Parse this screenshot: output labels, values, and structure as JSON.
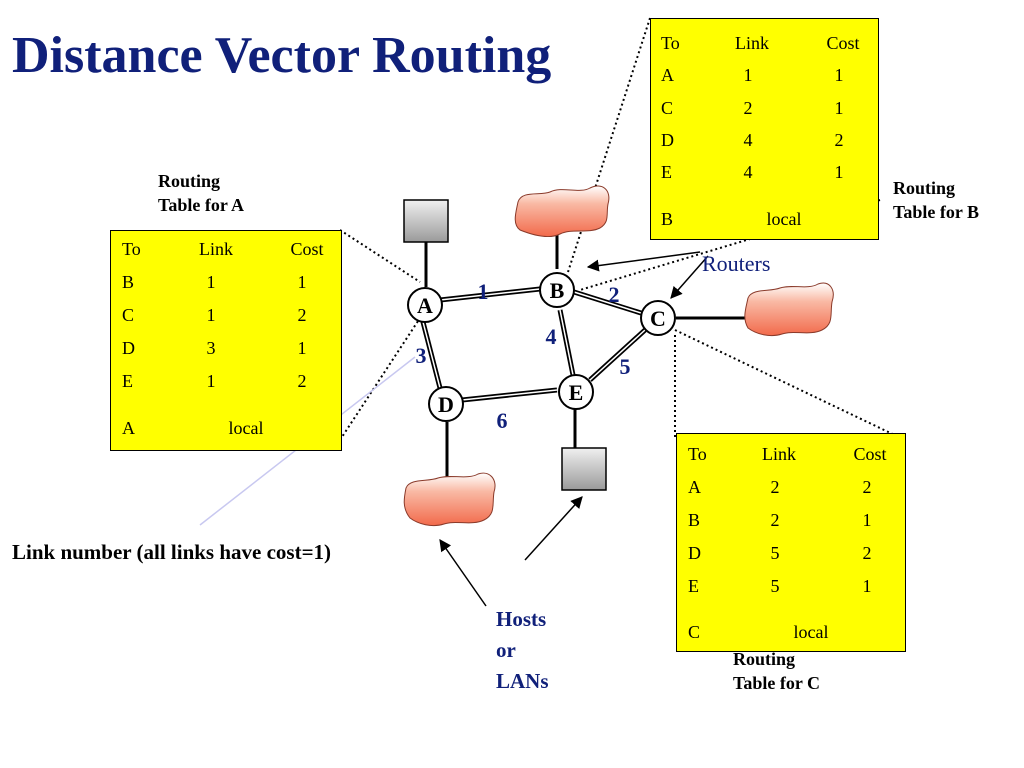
{
  "title": "Distance Vector Routing",
  "routers_label": "Routers",
  "link_caption": "Link number (all links have cost=1)",
  "hosts_label": [
    "Hosts",
    "or",
    "LANs"
  ],
  "colors": {
    "title": "#10207a",
    "table_bg": "#ffff00",
    "cloud": "#f47a5a",
    "host_box": "#b0b0b0"
  },
  "nodes": [
    "A",
    "B",
    "C",
    "D",
    "E"
  ],
  "links": [
    "1",
    "2",
    "3",
    "4",
    "5",
    "6"
  ],
  "icons": {
    "lan": "cloud-icon",
    "host": "host-box-icon"
  },
  "tables": {
    "a": {
      "caption": [
        "Routing",
        "Table for A"
      ],
      "headers": [
        "To",
        "Link",
        "Cost"
      ],
      "rows": [
        [
          "B",
          "1",
          "1"
        ],
        [
          "C",
          "1",
          "2"
        ],
        [
          "D",
          "3",
          "1"
        ],
        [
          "E",
          "1",
          "2"
        ]
      ],
      "local": [
        "A",
        "local"
      ]
    },
    "b": {
      "caption": [
        "Routing",
        "Table for B"
      ],
      "headers": [
        "To",
        "Link",
        "Cost"
      ],
      "rows": [
        [
          "A",
          "1",
          "1"
        ],
        [
          "C",
          "2",
          "1"
        ],
        [
          "D",
          "4",
          "2"
        ],
        [
          "E",
          "4",
          "1"
        ]
      ],
      "local": [
        "B",
        "local"
      ]
    },
    "c": {
      "caption": [
        "Routing",
        "Table for C"
      ],
      "headers": [
        "To",
        "Link",
        "Cost"
      ],
      "rows": [
        [
          "A",
          "2",
          "2"
        ],
        [
          "B",
          "2",
          "1"
        ],
        [
          "D",
          "5",
          "2"
        ],
        [
          "E",
          "5",
          "1"
        ]
      ],
      "local": [
        "C",
        "local"
      ]
    }
  }
}
